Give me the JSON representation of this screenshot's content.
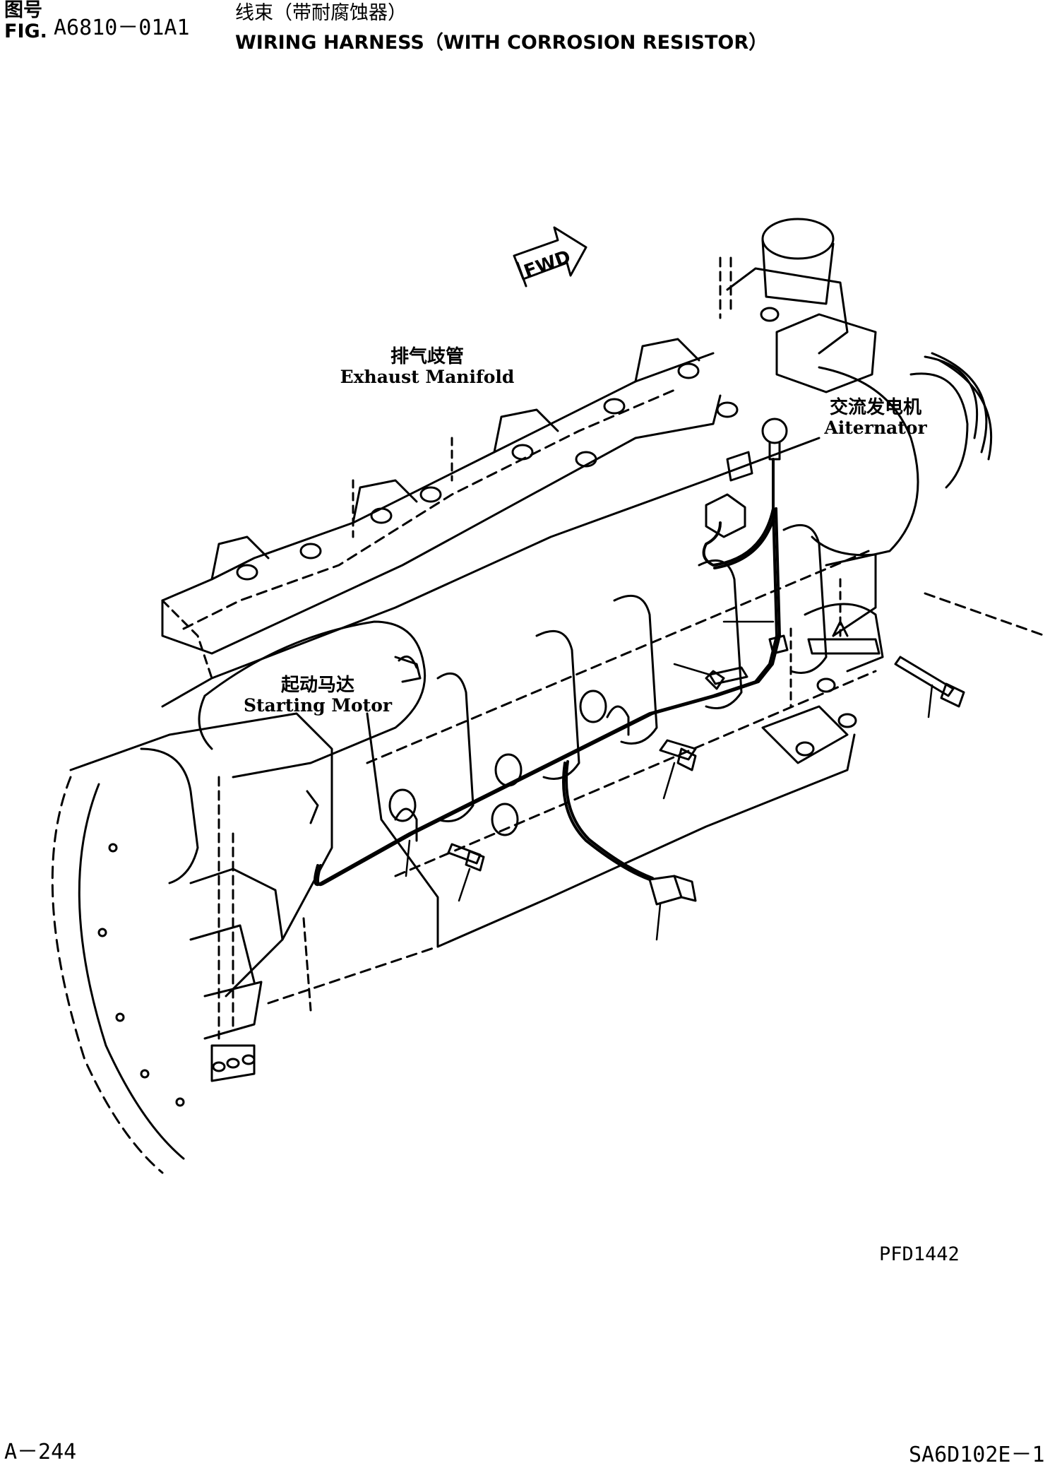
{
  "header": {
    "fig_label_cn": "图号",
    "fig_label_en": "FIG.",
    "fig_code": "A6810－01A1",
    "title_cn": "线束（带耐腐蚀器）",
    "title_en": "WIRING HARNESS（WITH CORROSION RESISTOR）"
  },
  "drawing": {
    "direction_arrow": "FWD",
    "labels": {
      "exhaust_manifold": {
        "cn": "排气歧管",
        "en": "Exhaust Manifold"
      },
      "alternator": {
        "cn": "交流发电机",
        "en": "Aiternator"
      },
      "starting_motor": {
        "cn": "起动马达",
        "en": "Starting Motor"
      }
    },
    "drawing_number": "PFD1442"
  },
  "footer": {
    "page_number": "A－244",
    "model_code": "SA6D102E－1"
  }
}
